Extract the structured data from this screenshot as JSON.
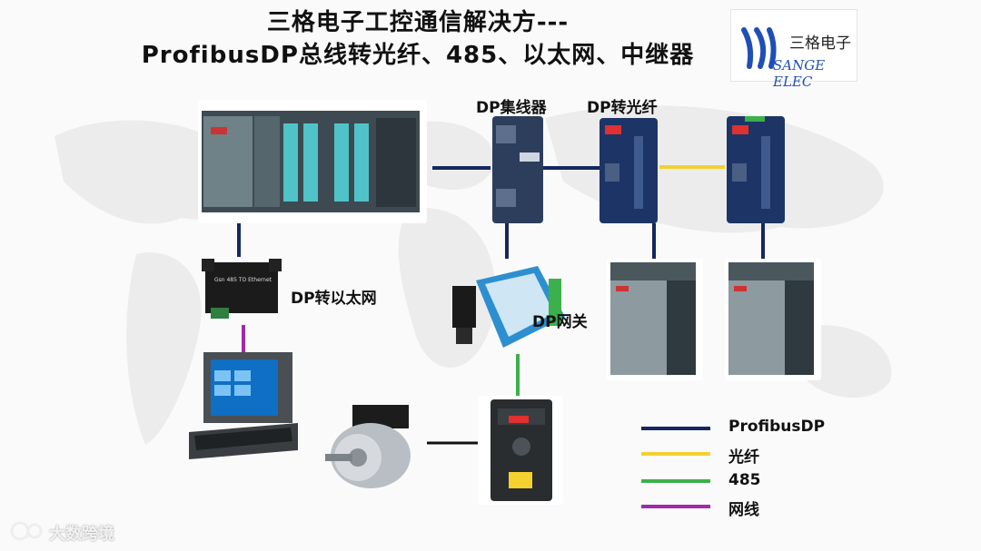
{
  "title": {
    "line1": "三格电子工控通信解决方---",
    "line2": "ProfibusDP总线转光纤、485、以太网、中继器"
  },
  "logo": {
    "cn": "三格电子",
    "en": "SANGE ELEC"
  },
  "labels": {
    "hub": "DP集线器",
    "fiber": "DP转光纤",
    "ethernet": "DP转以太网",
    "gateway": "DP网关"
  },
  "device_text": {
    "eth_module": "Gsn 485 TO Ethernet"
  },
  "legend": [
    {
      "label": "ProfibusDP",
      "color": "#14285e"
    },
    {
      "label": "光纤",
      "color": "#f3d12f"
    },
    {
      "label": "485",
      "color": "#3cb04a"
    },
    {
      "label": "网线",
      "color": "#a02aa8"
    }
  ],
  "watermark": "大数跨境",
  "colors": {
    "profibus": "#14285e",
    "fiber": "#f3d12f",
    "rs485": "#3cb04a",
    "cable": "#a02aa8"
  }
}
